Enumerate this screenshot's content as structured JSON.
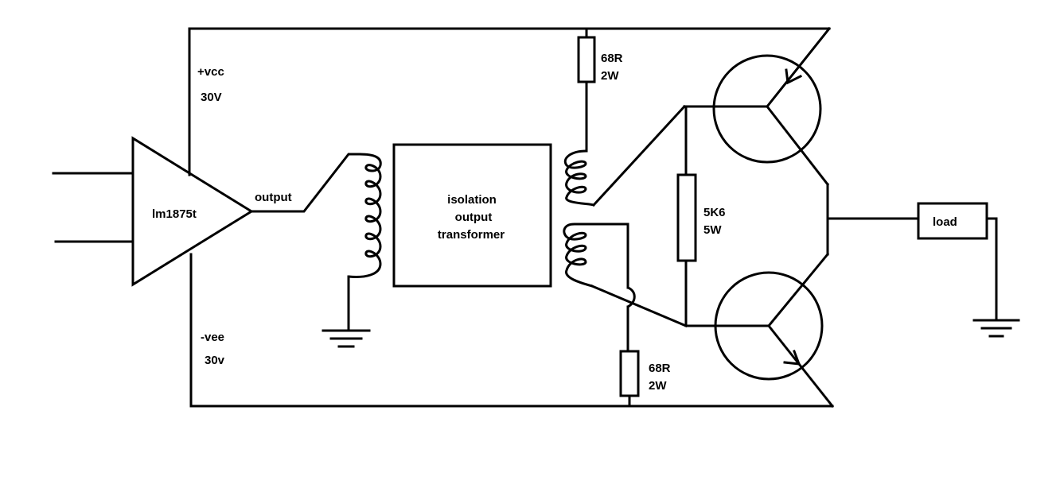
{
  "labels": {
    "amp": "lm1875t",
    "output": "output",
    "vcc": "+vcc",
    "vcc_voltage": "30V",
    "vee": "-vee",
    "vee_voltage": "30v",
    "transformer_line1": "isolation",
    "transformer_line2": "output",
    "transformer_line3": "transformer",
    "r_top_value": "68R",
    "r_top_power": "2W",
    "r_bottom_value": "68R",
    "r_bottom_power": "2W",
    "r_bias_value": "5K6",
    "r_bias_power": "5W",
    "load": "load"
  }
}
